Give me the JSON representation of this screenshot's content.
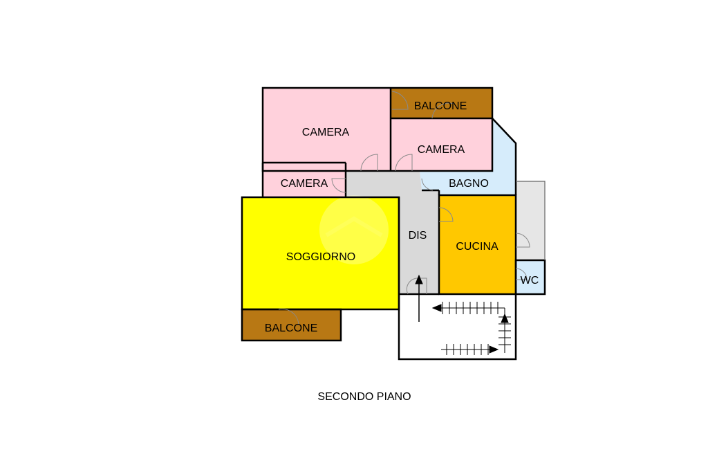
{
  "floor_plan": {
    "caption": "SECONDO PIANO",
    "colors": {
      "camera": "#ffd1dc",
      "balcone": "#b87814",
      "bagno": "#d6ecfb",
      "disimpegno": "#d9d9d9",
      "soggiorno": "#ffff00",
      "cucina": "#ffc800",
      "wc": "#d6ecfb",
      "wall": "#000000"
    },
    "rooms": {
      "camera_main": "CAMERA",
      "camera_right": "CAMERA",
      "camera_small": "CAMERA",
      "balcone_top": "BALCONE",
      "bagno": "BAGNO",
      "dis": "DIS",
      "soggiorno": "SOGGIORNO",
      "cucina": "CUCINA",
      "wc": "WC",
      "balcone_bottom": "BALCONE"
    }
  }
}
